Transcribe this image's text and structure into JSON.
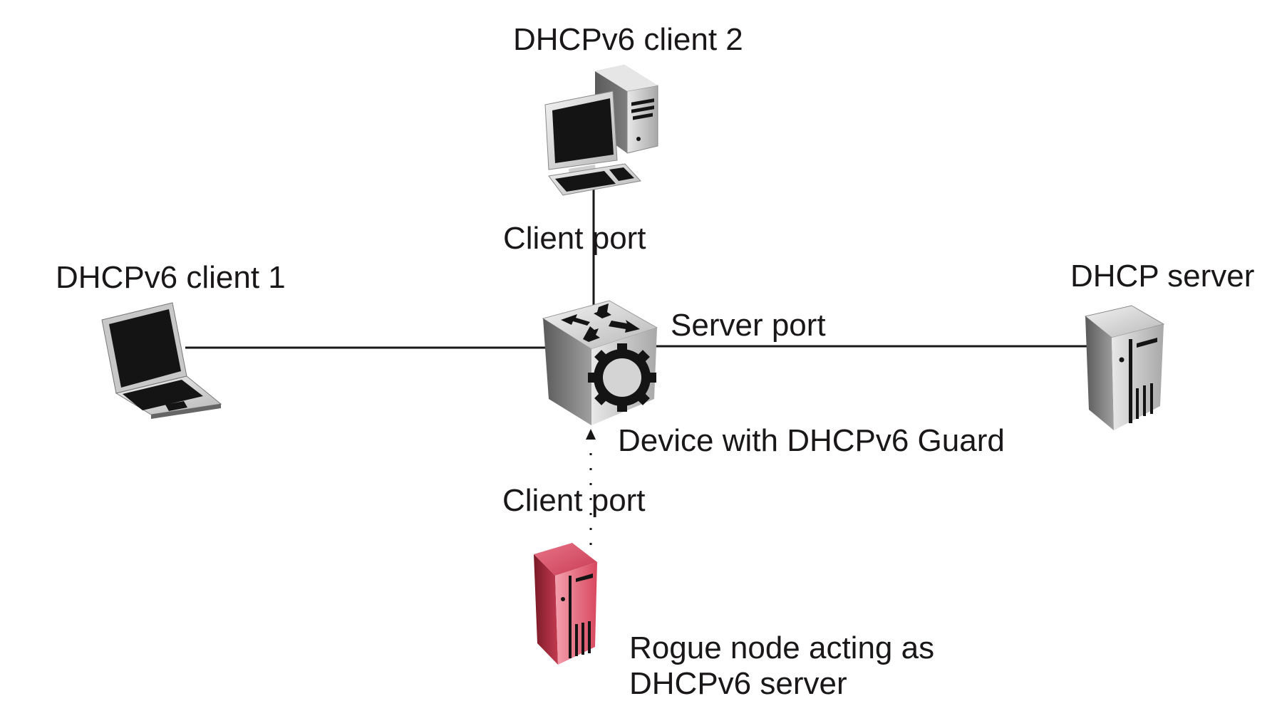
{
  "diagram": {
    "nodes": {
      "client1": {
        "label": "DHCPv6 client 1",
        "icon": "laptop-icon"
      },
      "client2": {
        "label": "DHCPv6 client 2",
        "icon": "desktop-computer-icon"
      },
      "dhcp_server": {
        "label": "DHCP server",
        "icon": "server-tower-icon"
      },
      "guard_device": {
        "label": "Device with DHCPv6 Guard",
        "icon": "router-switch-icon"
      },
      "rogue": {
        "label_line1": "Rogue node acting as",
        "label_line2": "DHCPv6 server",
        "icon": "rogue-server-icon",
        "color": "#d8485f"
      }
    },
    "links": [
      {
        "from": "client1",
        "to": "guard_device",
        "style": "solid"
      },
      {
        "from": "client2",
        "to": "guard_device",
        "style": "solid",
        "port_label": "Client port"
      },
      {
        "from": "guard_device",
        "to": "dhcp_server",
        "style": "solid",
        "port_label": "Server port"
      },
      {
        "from": "rogue",
        "to": "guard_device",
        "style": "dotted-arrow",
        "port_label": "Client port"
      }
    ]
  }
}
